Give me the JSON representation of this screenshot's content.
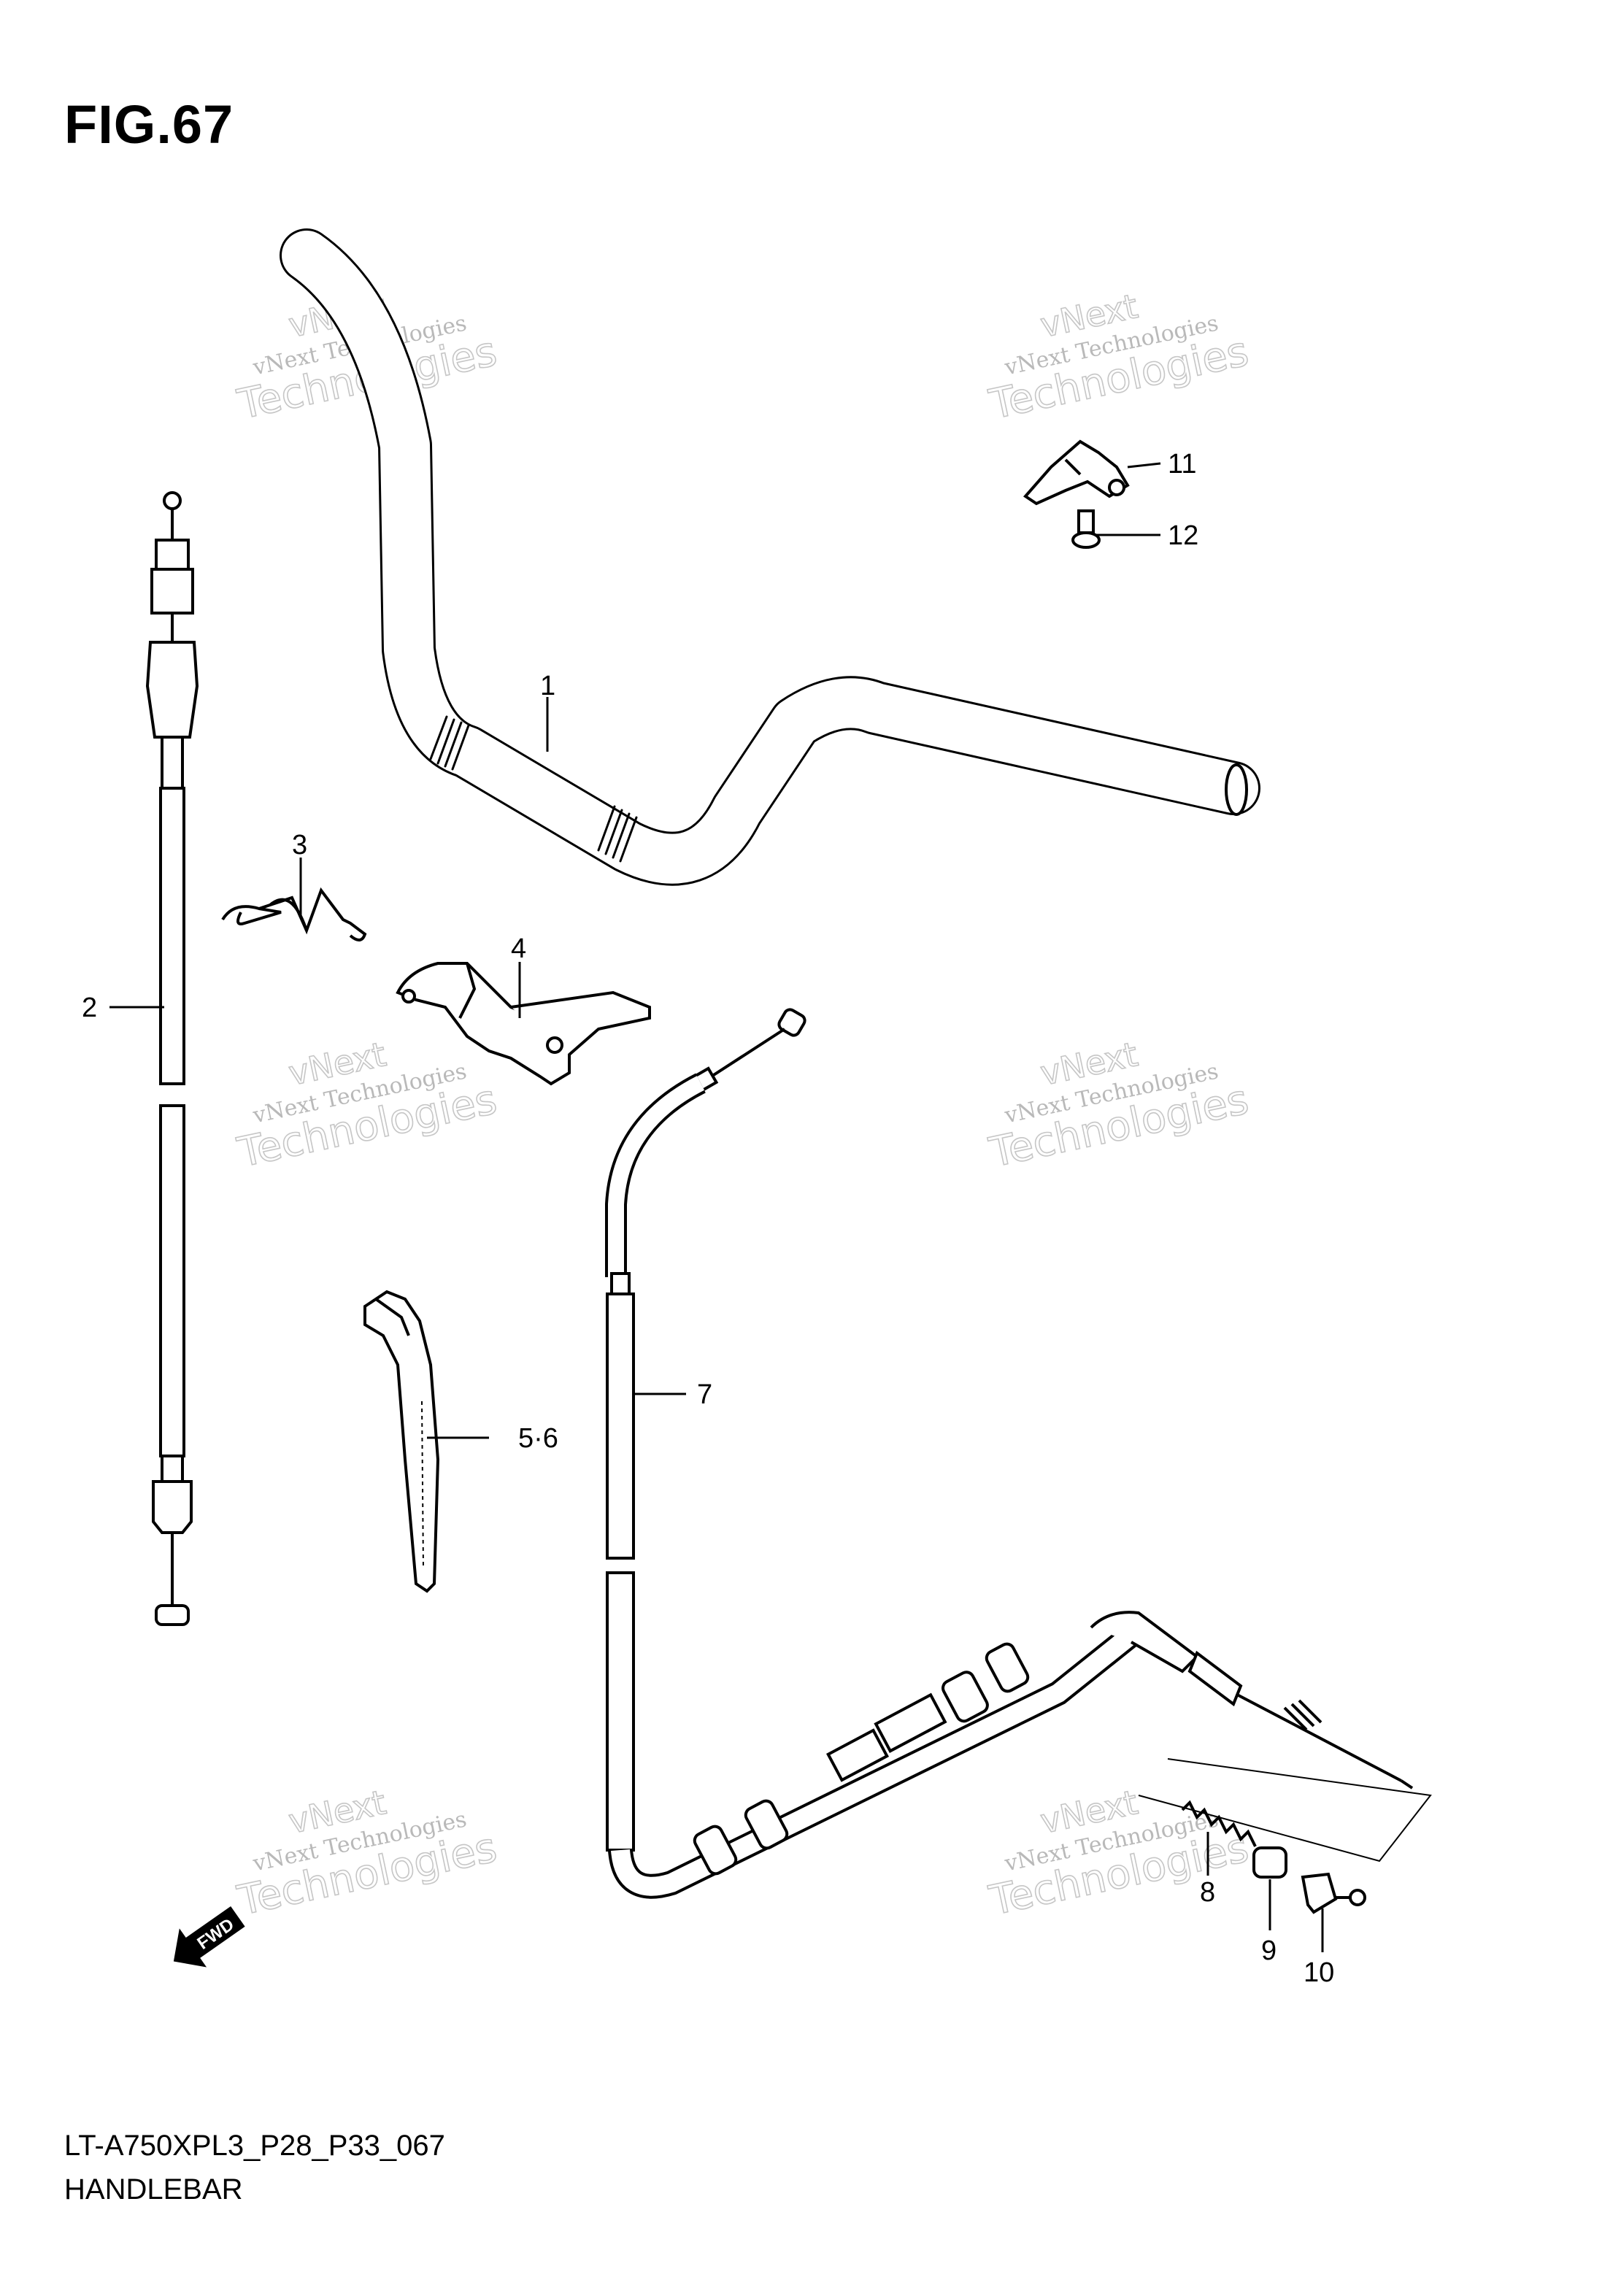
{
  "figure": {
    "title": "FIG.67",
    "model_code": "LT-A750XPL3_P28_P33_067",
    "part_name": "HANDLEBAR"
  },
  "callouts": [
    {
      "id": "1",
      "label": "1"
    },
    {
      "id": "2",
      "label": "2"
    },
    {
      "id": "3",
      "label": "3"
    },
    {
      "id": "4",
      "label": "4"
    },
    {
      "id": "5-6",
      "label": "5·6"
    },
    {
      "id": "7",
      "label": "7"
    },
    {
      "id": "8",
      "label": "8"
    },
    {
      "id": "9",
      "label": "9"
    },
    {
      "id": "10",
      "label": "10"
    },
    {
      "id": "11",
      "label": "11"
    },
    {
      "id": "12",
      "label": "12"
    }
  ],
  "fwd_arrow": {
    "label": "FWD"
  },
  "watermark": {
    "line_a": "vNext",
    "line_b": "vNext Technologies",
    "line_c": "Technologies",
    "color": "#c0c0c0"
  }
}
